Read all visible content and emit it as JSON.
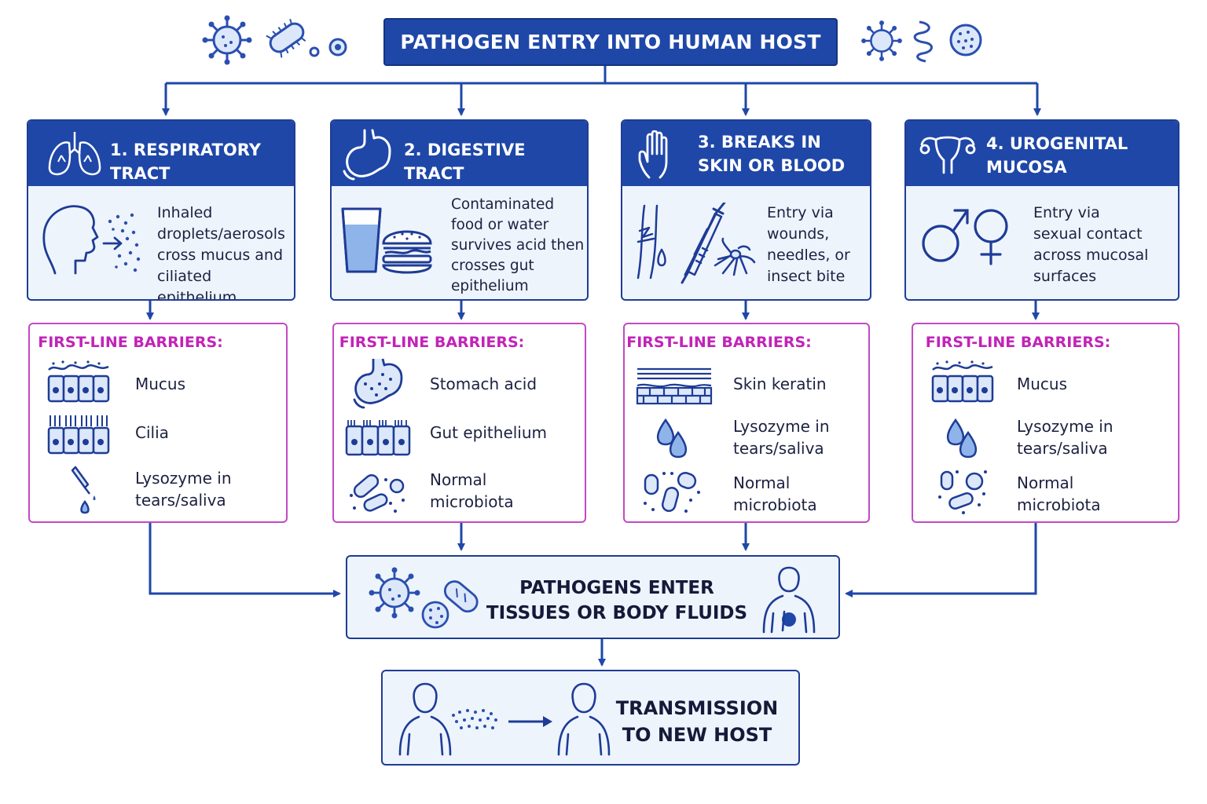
{
  "title": "PATHOGEN ENTRY INTO HUMAN HOST",
  "colors": {
    "primary_blue": "#1f47a8",
    "light_panel": "#eef4fc",
    "barrier_magenta": "#c223b8",
    "icon_blue": "#2a4fb0"
  },
  "header_icons": [
    "virus-icon",
    "bacillus-icon",
    "cell-icon",
    "virus-icon",
    "spirillum-icon",
    "coccus-icon"
  ],
  "routes": [
    {
      "title": "1. RESPIRATORY TRACT",
      "icon": "lungs-icon",
      "illustration": "person-inhaling-icon",
      "description": "Inhaled\ndroplets/aerosols\ncross mucus and\nciliated epithelium"
    },
    {
      "title": "2. DIGESTIVE TRACT",
      "icon": "stomach-icon",
      "illustration": "water-and-burger-icon",
      "description": "Contaminated\nfood or water\nsurvives acid then\ncrosses gut\nepithelium"
    },
    {
      "title": "3. BREAKS IN\nSKIN OR BLOOD",
      "icon": "hand-icon",
      "illustration": "wound-needle-mosquito-icon",
      "description": "Entry via\nwounds,\nneedles, or\ninsect bite"
    },
    {
      "title": "4. UROGENITAL\nMUCOSA",
      "icon": "uterus-icon",
      "illustration": "gender-symbols-icon",
      "description": "Entry via\nsexual contact\nacross mucosal\nsurfaces"
    }
  ],
  "barriers": [
    {
      "heading": "FIRST-LINE BARRIERS:",
      "items": [
        {
          "label": "Mucus",
          "icon": "mucus-cells-icon"
        },
        {
          "label": "Cilia",
          "icon": "cilia-cells-icon"
        },
        {
          "label": "Lysozyme in\ntears/saliva",
          "icon": "dropper-icon"
        }
      ]
    },
    {
      "heading": "FIRST-LINE BARRIERS:",
      "items": [
        {
          "label": "Stomach acid",
          "icon": "stomach-acid-icon"
        },
        {
          "label": "Gut epithelium",
          "icon": "gut-epithelium-icon"
        },
        {
          "label": "Normal\nmicrobiota",
          "icon": "microbiota-icon"
        }
      ]
    },
    {
      "heading": "FIRST-LINE BARRIERS:",
      "items": [
        {
          "label": "Skin keratin",
          "icon": "skin-layers-icon"
        },
        {
          "label": "Lysozyme in\ntears/saliva",
          "icon": "drops-icon"
        },
        {
          "label": "Normal\nmicrobiota",
          "icon": "microbiota-icon"
        }
      ]
    },
    {
      "heading": "FIRST-LINE BARRIERS:",
      "items": [
        {
          "label": "Mucus",
          "icon": "mucus-cells-icon"
        },
        {
          "label": "Lysozyme in\ntears/saliva",
          "icon": "drops-icon"
        },
        {
          "label": "Normal\nmicrobiota",
          "icon": "microbiota-icon"
        }
      ]
    }
  ],
  "enter": {
    "text": "PATHOGENS ENTER\nTISSUES OR BODY FLUIDS",
    "icons": [
      "virus-icon",
      "coccus-icon",
      "bacillus-icon",
      "body-infection-icon"
    ]
  },
  "transmission": {
    "text": "TRANSMISSION\nTO NEW HOST",
    "icons": [
      "person-icon",
      "droplets-icon",
      "arrow-icon",
      "person-icon"
    ]
  }
}
